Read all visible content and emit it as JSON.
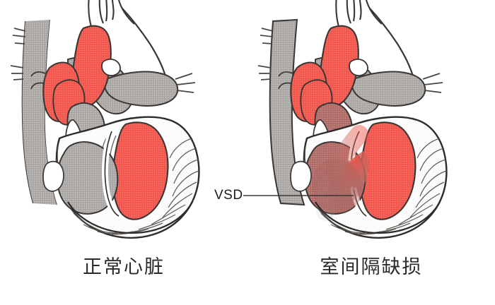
{
  "figure": {
    "title_left": "正常心脏",
    "title_right": "室间隔缺损",
    "annotation": {
      "label": "VSD",
      "leader_line": "horizontal-pointer"
    }
  },
  "panels": [
    {
      "id": "normal-heart",
      "caption": "正常心脏",
      "caption_meaning": "Normal Heart",
      "structures": [
        {
          "name": "superior-vena-cava",
          "blood": "deoxygenated",
          "color": "#a8a5a2"
        },
        {
          "name": "right-atrium",
          "blood": "deoxygenated",
          "color": "#a8a5a2"
        },
        {
          "name": "right-ventricle",
          "blood": "deoxygenated",
          "color": "#a8a5a2"
        },
        {
          "name": "pulmonary-artery",
          "blood": "deoxygenated",
          "color": "#a8a5a2"
        },
        {
          "name": "pulmonary-veins",
          "blood": "oxygenated",
          "color": "#f2564c"
        },
        {
          "name": "left-atrium",
          "blood": "oxygenated",
          "color": "#f2564c"
        },
        {
          "name": "left-ventricle",
          "blood": "oxygenated",
          "color": "#f2564c"
        },
        {
          "name": "aorta",
          "blood": "oxygenated",
          "color": "#f2564c"
        },
        {
          "name": "interventricular-septum",
          "blood": "intact",
          "color": "#ffffff"
        },
        {
          "name": "myocardium",
          "blood": "muscle",
          "color": "#fbfbfb"
        }
      ]
    },
    {
      "id": "ventricular-septal-defect",
      "caption": "室间隔缺损",
      "caption_meaning": "Ventricular Septal Defect",
      "structures": [
        {
          "name": "superior-vena-cava",
          "blood": "deoxygenated",
          "color": "#a8a5a2"
        },
        {
          "name": "right-atrium",
          "blood": "deoxygenated",
          "color": "#a8a5a2"
        },
        {
          "name": "right-ventricle",
          "blood": "mixed",
          "color": "#b06b66"
        },
        {
          "name": "pulmonary-artery",
          "blood": "mixed",
          "color": "#b5736d"
        },
        {
          "name": "left-atrium",
          "blood": "oxygenated",
          "color": "#f2564c"
        },
        {
          "name": "left-ventricle",
          "blood": "oxygenated",
          "color": "#f2564c"
        },
        {
          "name": "aorta",
          "blood": "oxygenated",
          "color": "#f2564c"
        },
        {
          "name": "septal-defect-opening",
          "blood": "shunt",
          "color": "#c2726c"
        },
        {
          "name": "left-to-right-shunt-jet",
          "blood": "shunt",
          "color": "#bf6f69"
        },
        {
          "name": "myocardium",
          "blood": "muscle",
          "color": "#fbfbfb"
        }
      ]
    }
  ],
  "palette": {
    "oxygenated_red": "#f2564c",
    "deoxygenated_gray": "#a8a5a2",
    "mixed_mauve": "#b06b66",
    "outline": "#2e2b29",
    "muscle_white": "#fbfbfb",
    "background": "#ffffff",
    "caption_text": "#2b2b2b"
  }
}
